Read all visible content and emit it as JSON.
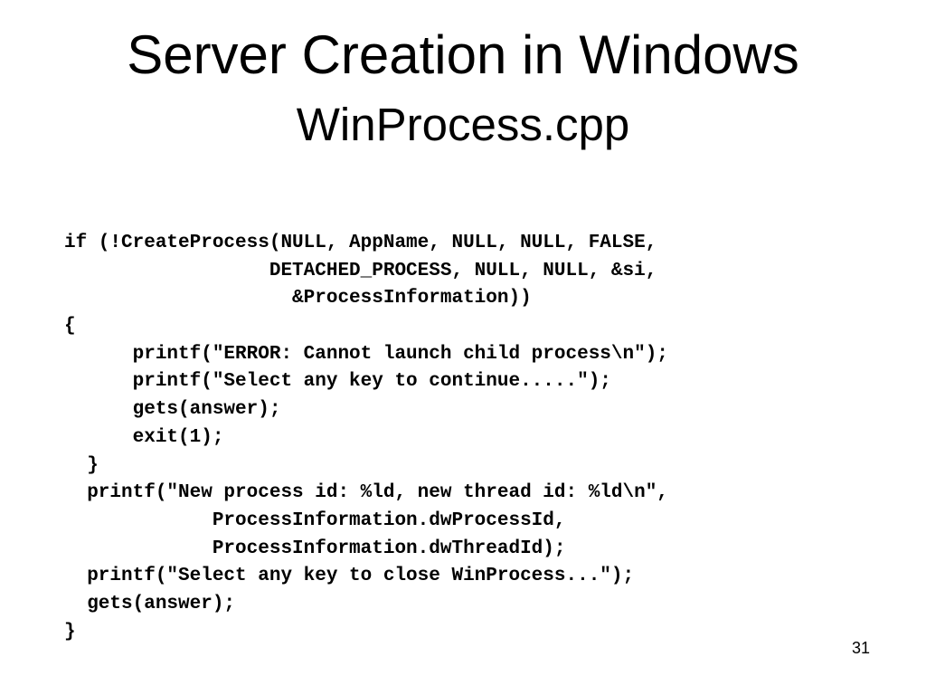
{
  "slide": {
    "title": "Server Creation in Windows",
    "subtitle": "WinProcess.cpp",
    "page_number": "31"
  },
  "code": {
    "lines": [
      "if (!CreateProcess(NULL, AppName, NULL, NULL, FALSE,",
      "                  DETACHED_PROCESS, NULL, NULL, &si,",
      "                    &ProcessInformation))",
      "{",
      "      printf(\"ERROR: Cannot launch child process\\n\");",
      "      printf(\"Select any key to continue.....\");",
      "      gets(answer);",
      "      exit(1);",
      "  }",
      "  printf(\"New process id: %ld, new thread id: %ld\\n\",",
      "             ProcessInformation.dwProcessId,",
      "             ProcessInformation.dwThreadId);",
      "  printf(\"Select any key to close WinProcess...\");",
      "  gets(answer);",
      "}"
    ]
  }
}
